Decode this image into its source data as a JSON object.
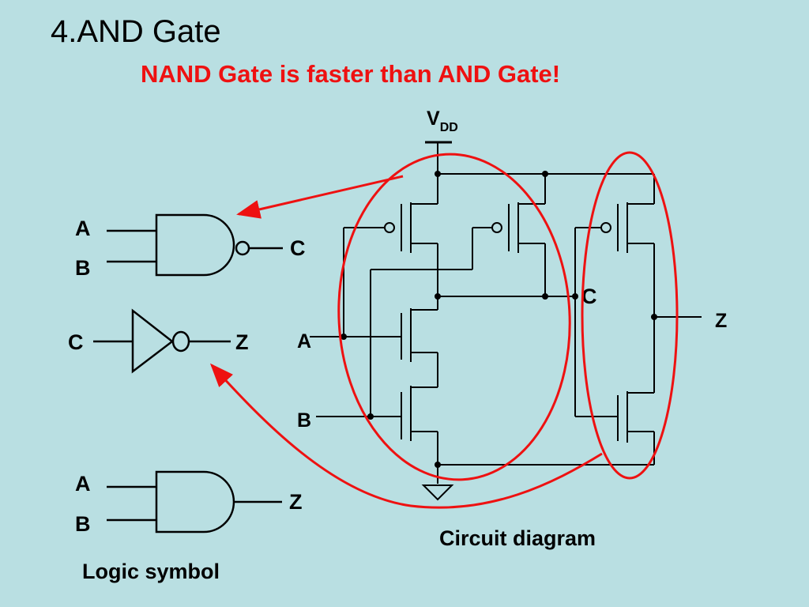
{
  "slide": {
    "title": "4.AND Gate",
    "subtitle": "NAND Gate is faster than AND Gate!"
  },
  "logic_symbols": {
    "nand": {
      "input_a": "A",
      "input_b": "B",
      "output": "C"
    },
    "inverter": {
      "input": "C",
      "output": "Z"
    },
    "and": {
      "input_a": "A",
      "input_b": "B",
      "output": "Z"
    },
    "caption": "Logic symbol"
  },
  "circuit": {
    "vdd_main": "V",
    "vdd_sub": "DD",
    "input_a": "A",
    "input_b": "B",
    "node_c": "C",
    "output_z": "Z",
    "caption": "Circuit diagram"
  },
  "colors": {
    "background": "#b9dfe2",
    "highlight": "#ee1111",
    "wire": "#000000"
  }
}
